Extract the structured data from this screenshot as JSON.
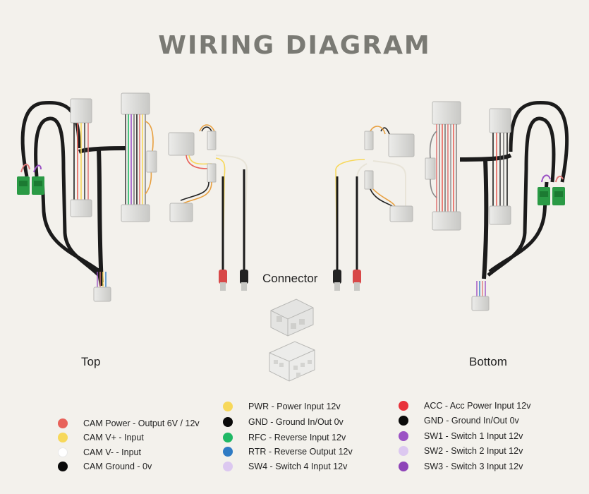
{
  "title": "WIRING DIAGRAM",
  "labels": {
    "connector": "Connector",
    "top": "Top",
    "bottom": "Bottom"
  },
  "legend": {
    "col1": [
      {
        "text": "CAM Power - Output 6V / 12v",
        "color": "#e8625a"
      },
      {
        "text": "CAM V+ - Input",
        "color": "#f7d85a"
      },
      {
        "text": "CAM V- - Input",
        "color": "#ffffff"
      },
      {
        "text": "CAM Ground - 0v",
        "color": "#0a0a0a"
      }
    ],
    "col2": [
      {
        "text": "PWR - Power Input 12v",
        "color": "#f7d85a"
      },
      {
        "text": "GND - Ground In/Out 0v",
        "color": "#0a0a0a"
      },
      {
        "text": "RFC - Reverse Input 12v",
        "color": "#1fb865"
      },
      {
        "text": "RTR - Reverse Output 12v",
        "color": "#2f7bc4"
      },
      {
        "text": "SW4 - Switch 4 Input 12v",
        "color": "#dcc8f0"
      }
    ],
    "col3": [
      {
        "text": "ACC - Acc Power Input 12v",
        "color": "#e8323a"
      },
      {
        "text": "GND - Ground In/Out 0v",
        "color": "#0a0a0a"
      },
      {
        "text": "SW1 - Switch 1 Input 12v",
        "color": "#9b52c4"
      },
      {
        "text": "SW2 - Switch 2  Input 12v",
        "color": "#dcc8f0"
      },
      {
        "text": "SW3 - Switch 3 Input 12v",
        "color": "#8e44b8"
      }
    ]
  }
}
